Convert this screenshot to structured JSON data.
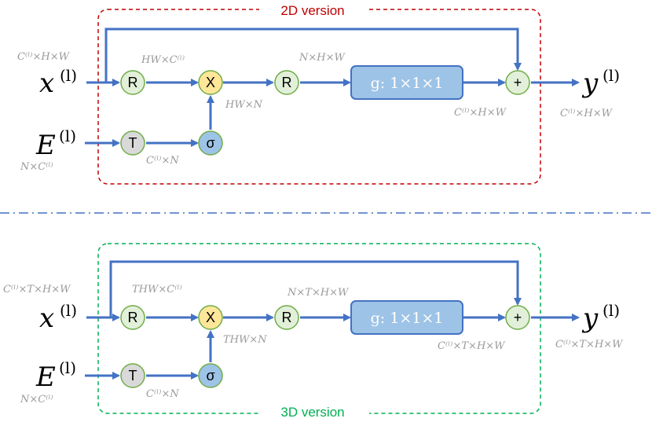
{
  "colors": {
    "arrow": "#4472c4",
    "box2d": "#c00000",
    "box3d": "#00b050",
    "divider": "#4472c4",
    "node_green": "#e2f0d9",
    "node_yellow": "#ffe699",
    "node_gray": "#d9d9d9",
    "node_blue": "#9dc3e6",
    "gbox_fill": "#9dc3e6",
    "gbox_stroke": "#4472c4"
  },
  "top": {
    "version_label": "2D version",
    "x_var": "x",
    "x_sup": "(l)",
    "x_dims": "C⁽ˡ⁾×H×W",
    "e_var": "E",
    "e_sup": "(l)",
    "e_dims": "N×C⁽ˡ⁾",
    "y_var": "y",
    "y_sup": "(l)",
    "y_dims": "C⁽ˡ⁾×H×W",
    "r1_dims": "HW×C⁽ˡ⁾",
    "x_dims_after": "HW×N",
    "r2_dims": "N×H×W",
    "t_dims": "C⁽ˡ⁾×N",
    "g_dims": "C⁽ˡ⁾×H×W",
    "g_label": "g: 1×1×1",
    "node_r": "R",
    "node_x": "X",
    "node_t": "T",
    "node_sigma": "σ",
    "node_plus": "+"
  },
  "bottom": {
    "version_label": "3D version",
    "x_var": "x",
    "x_sup": "(l)",
    "x_dims": "C⁽ˡ⁾×T×H×W",
    "e_var": "E",
    "e_sup": "(l)",
    "e_dims": "N×C⁽ˡ⁾",
    "y_var": "y",
    "y_sup": "(l)",
    "y_dims": "C⁽ˡ⁾×T×H×W",
    "r1_dims": "THW×C⁽ˡ⁾",
    "x_dims_after": "THW×N",
    "r2_dims": "N×T×H×W",
    "t_dims": "C⁽ˡ⁾×N",
    "g_dims": "C⁽ˡ⁾×T×H×W",
    "g_label": "g: 1×1×1",
    "node_r": "R",
    "node_x": "X",
    "node_t": "T",
    "node_sigma": "σ",
    "node_plus": "+"
  }
}
